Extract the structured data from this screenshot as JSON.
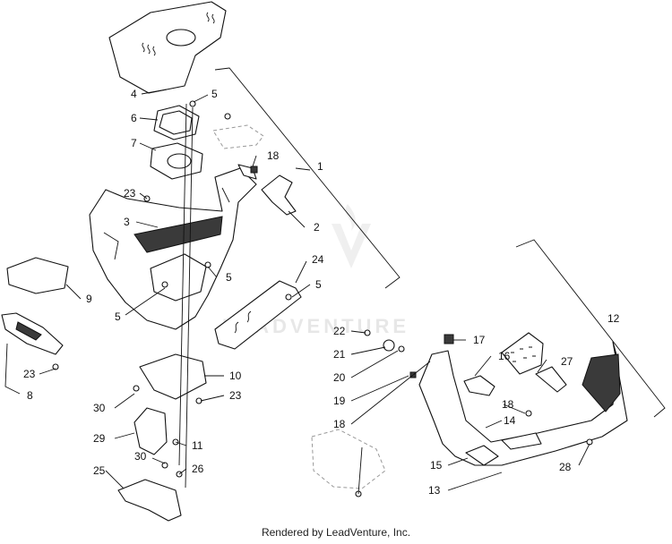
{
  "watermark": {
    "text": "LEADVENTURE"
  },
  "footer": {
    "text": "Rendered by LeadVenture, Inc."
  },
  "callouts": [
    {
      "id": "c1",
      "label": "1"
    },
    {
      "id": "c2",
      "label": "2"
    },
    {
      "id": "c3",
      "label": "3"
    },
    {
      "id": "c4",
      "label": "4"
    },
    {
      "id": "c5a",
      "label": "5"
    },
    {
      "id": "c5b",
      "label": "5"
    },
    {
      "id": "c5c",
      "label": "5"
    },
    {
      "id": "c5d",
      "label": "5"
    },
    {
      "id": "c6",
      "label": "6"
    },
    {
      "id": "c7",
      "label": "7"
    },
    {
      "id": "c8",
      "label": "8"
    },
    {
      "id": "c9",
      "label": "9"
    },
    {
      "id": "c10",
      "label": "10"
    },
    {
      "id": "c11",
      "label": "11"
    },
    {
      "id": "c12",
      "label": "12"
    },
    {
      "id": "c13",
      "label": "13"
    },
    {
      "id": "c14",
      "label": "14"
    },
    {
      "id": "c15",
      "label": "15"
    },
    {
      "id": "c16",
      "label": "16"
    },
    {
      "id": "c17",
      "label": "17"
    },
    {
      "id": "c18a",
      "label": "18"
    },
    {
      "id": "c18b",
      "label": "18"
    },
    {
      "id": "c18c",
      "label": "18"
    },
    {
      "id": "c19",
      "label": "19"
    },
    {
      "id": "c20",
      "label": "20"
    },
    {
      "id": "c21",
      "label": "21"
    },
    {
      "id": "c22",
      "label": "22"
    },
    {
      "id": "c23a",
      "label": "23"
    },
    {
      "id": "c23b",
      "label": "23"
    },
    {
      "id": "c23c",
      "label": "23"
    },
    {
      "id": "c24",
      "label": "24"
    },
    {
      "id": "c25",
      "label": "25"
    },
    {
      "id": "c26",
      "label": "26"
    },
    {
      "id": "c27",
      "label": "27"
    },
    {
      "id": "c28",
      "label": "28"
    },
    {
      "id": "c29",
      "label": "29"
    },
    {
      "id": "c30a",
      "label": "30"
    },
    {
      "id": "c30b",
      "label": "30"
    }
  ]
}
